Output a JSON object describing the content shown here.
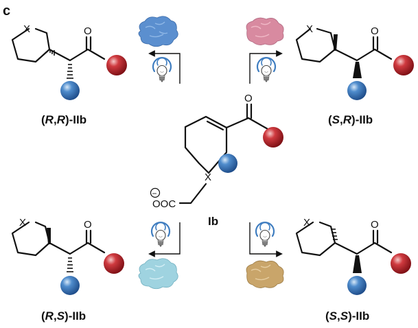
{
  "panel_label": "c",
  "center": {
    "label": "Ib",
    "hetero_atom": "X",
    "carbonyl_o": "O",
    "carboxylate_text": "OOC",
    "charge": "−"
  },
  "products": [
    {
      "id": "rr",
      "label_open": "(",
      "c1": "R",
      "sep": ",",
      "c2": "R",
      "label_close": ")-IIb",
      "x_atom": "X",
      "o_atom": "O",
      "enzyme_color": "#5b8fcf"
    },
    {
      "id": "sr",
      "label_open": "(",
      "c1": "S",
      "sep": ",",
      "c2": "R",
      "label_close": ")-IIb",
      "x_atom": "X",
      "o_atom": "O",
      "enzyme_color": "#d88aa0"
    },
    {
      "id": "rs",
      "label_open": "(",
      "c1": "R",
      "sep": ",",
      "c2": "S",
      "label_close": ")-IIb",
      "x_atom": "X",
      "o_atom": "O",
      "enzyme_color": "#9fd3e0"
    },
    {
      "id": "ss",
      "label_open": "(",
      "c1": "S",
      "sep": ",",
      "c2": "S",
      "label_close": ")-IIb",
      "x_atom": "X",
      "o_atom": "O",
      "enzyme_color": "#c9a56a"
    }
  ],
  "colors": {
    "red_sphere": "#b3262c",
    "blue_sphere": "#3f7dc0",
    "ink": "#111111",
    "light_blue": "#4a8fd0"
  },
  "icons": [
    "enzyme-blob",
    "lightbulb-icon",
    "light-ray-icon"
  ]
}
